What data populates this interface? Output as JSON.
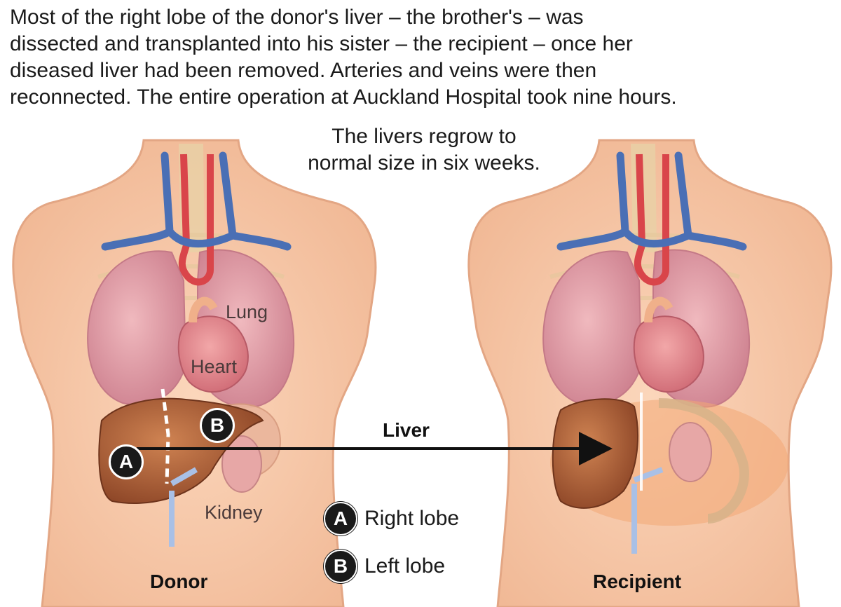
{
  "intro": {
    "line1": "Most of the right lobe of the donor's liver – the brother's – was",
    "line2": "dissected and transplanted into his sister – the recipient – once her",
    "line3": "diseased liver had been removed. Arteries and veins were then",
    "line4": "reconnected. The entire operation at Auckland Hospital took nine hours."
  },
  "regrow_note": {
    "line1": "The livers regrow to",
    "line2": "normal size in six weeks."
  },
  "labels": {
    "lung": "Lung",
    "heart": "Heart",
    "kidney": "Kidney",
    "liver": "Liver",
    "donor": "Donor",
    "recipient": "Recipient"
  },
  "markers": {
    "a": "A",
    "b": "B"
  },
  "legend": {
    "a_label": "Right lobe",
    "b_label": "Left lobe"
  },
  "colors": {
    "skin": "#f7c7a5",
    "skin_edge": "#e9a987",
    "lung": "#e8a6ac",
    "lung_dark": "#d28590",
    "heart": "#e58d93",
    "liver": "#a65533",
    "liver_light": "#c97a4d",
    "artery": "#d9454a",
    "vein": "#4a6fb5",
    "spine": "#e6cba0"
  }
}
